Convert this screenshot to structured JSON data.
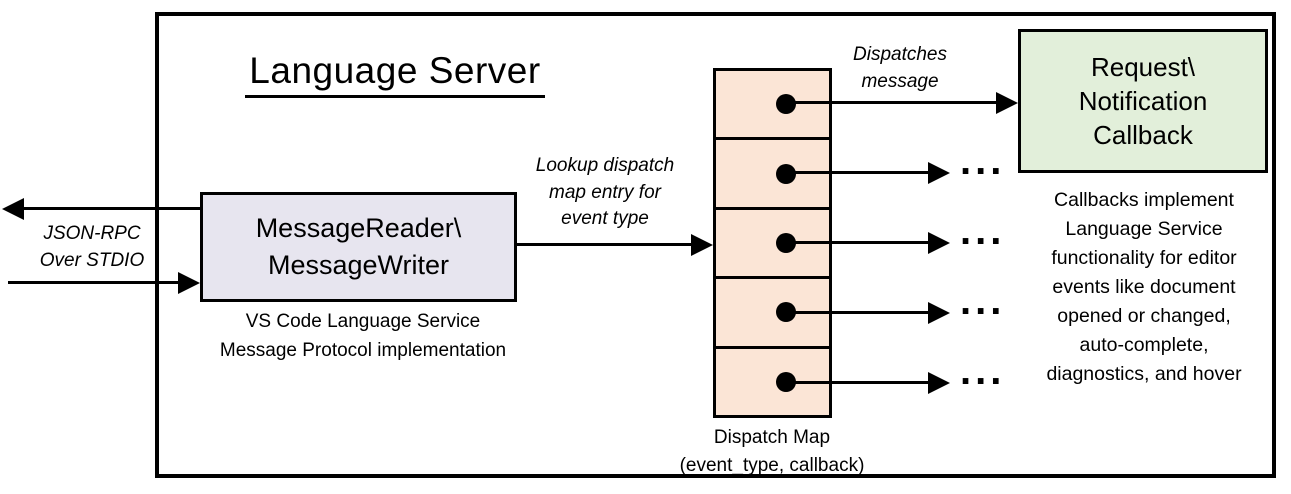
{
  "title": "Language Server",
  "io_label": {
    "line1": "JSON-RPC",
    "line2": "Over STDIO"
  },
  "reader": {
    "line1": "MessageReader\\",
    "line2": "MessageWriter",
    "caption1": "VS Code Language Service",
    "caption2": "Message Protocol implementation"
  },
  "lookup_label": {
    "line1": "Lookup dispatch",
    "line2": "map entry for",
    "line3": "event type"
  },
  "dispatch_label": {
    "line1": "Dispatches",
    "line2": "message"
  },
  "callback": {
    "line1": "Request\\",
    "line2": "Notification",
    "line3": "Callback"
  },
  "callback_caption": {
    "line1": "Callbacks implement",
    "line2": "Language Service",
    "line3": "functionality for editor",
    "line4": "events like document",
    "line5": "opened or changed,",
    "line6": "auto-complete,",
    "line7": "diagnostics, and hover"
  },
  "map": {
    "caption1": "Dispatch Map",
    "caption2": "(event_type, callback)",
    "rows": 5
  },
  "ellipsis": "...",
  "colors": {
    "reader_fill": "#e7e5ef",
    "map_fill": "#fbe5d6",
    "callback_fill": "#e2efda",
    "line": "#000000"
  }
}
